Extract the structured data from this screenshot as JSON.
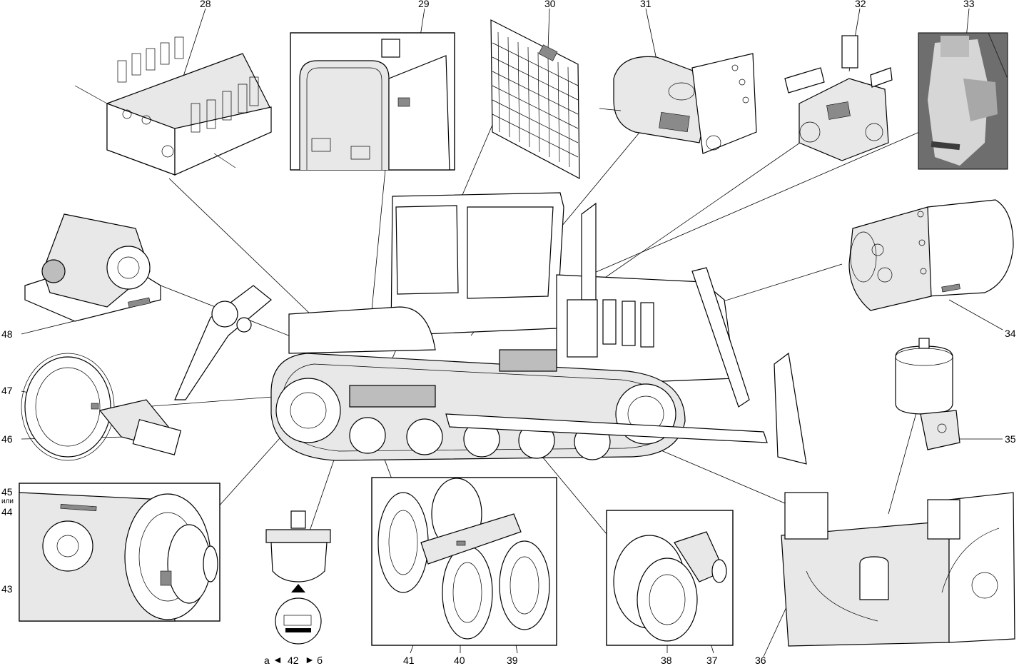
{
  "callouts": {
    "c28": "28",
    "c29": "29",
    "c30": "30",
    "c31": "31",
    "c32": "32",
    "c33": "33",
    "c34": "34",
    "c35": "35",
    "c36": "36",
    "c37": "37",
    "c38": "38",
    "c39": "39",
    "c40": "40",
    "c41": "41",
    "c42": "42",
    "c43": "43",
    "c44": "44",
    "c45": "45",
    "c46": "46",
    "c47": "47",
    "c48": "48"
  },
  "or_label": "или",
  "plate_marks": {
    "a": "а",
    "b": "б"
  },
  "colors": {
    "line": "#000000",
    "background": "#ffffff",
    "plate": "#8a8a8a",
    "photo": "#6e6e6e"
  }
}
